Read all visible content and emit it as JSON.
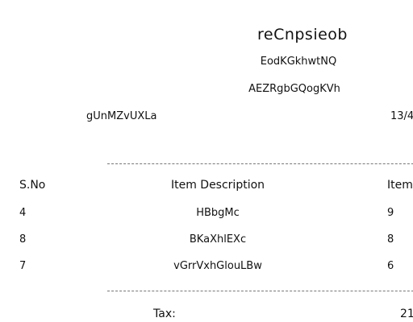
{
  "receipt": {
    "title": "reCnpsieob",
    "subtitle1": "EodKGkhwtNQ",
    "subtitle2": "AEZRgbGQogKVh",
    "left_meta": "gUnMZvUXLa",
    "right_meta": "13/4",
    "headers": [
      "S.No",
      "Item Description",
      "Items"
    ],
    "rows": [
      {
        "sno": "4",
        "desc": "HBbgMc",
        "items": "9"
      },
      {
        "sno": "8",
        "desc": "BKaXhlEXc",
        "items": "8"
      },
      {
        "sno": "7",
        "desc": "vGrrVxhGlouLBw",
        "items": "6"
      }
    ],
    "tax_label": "Tax:",
    "tax_value": "21"
  }
}
